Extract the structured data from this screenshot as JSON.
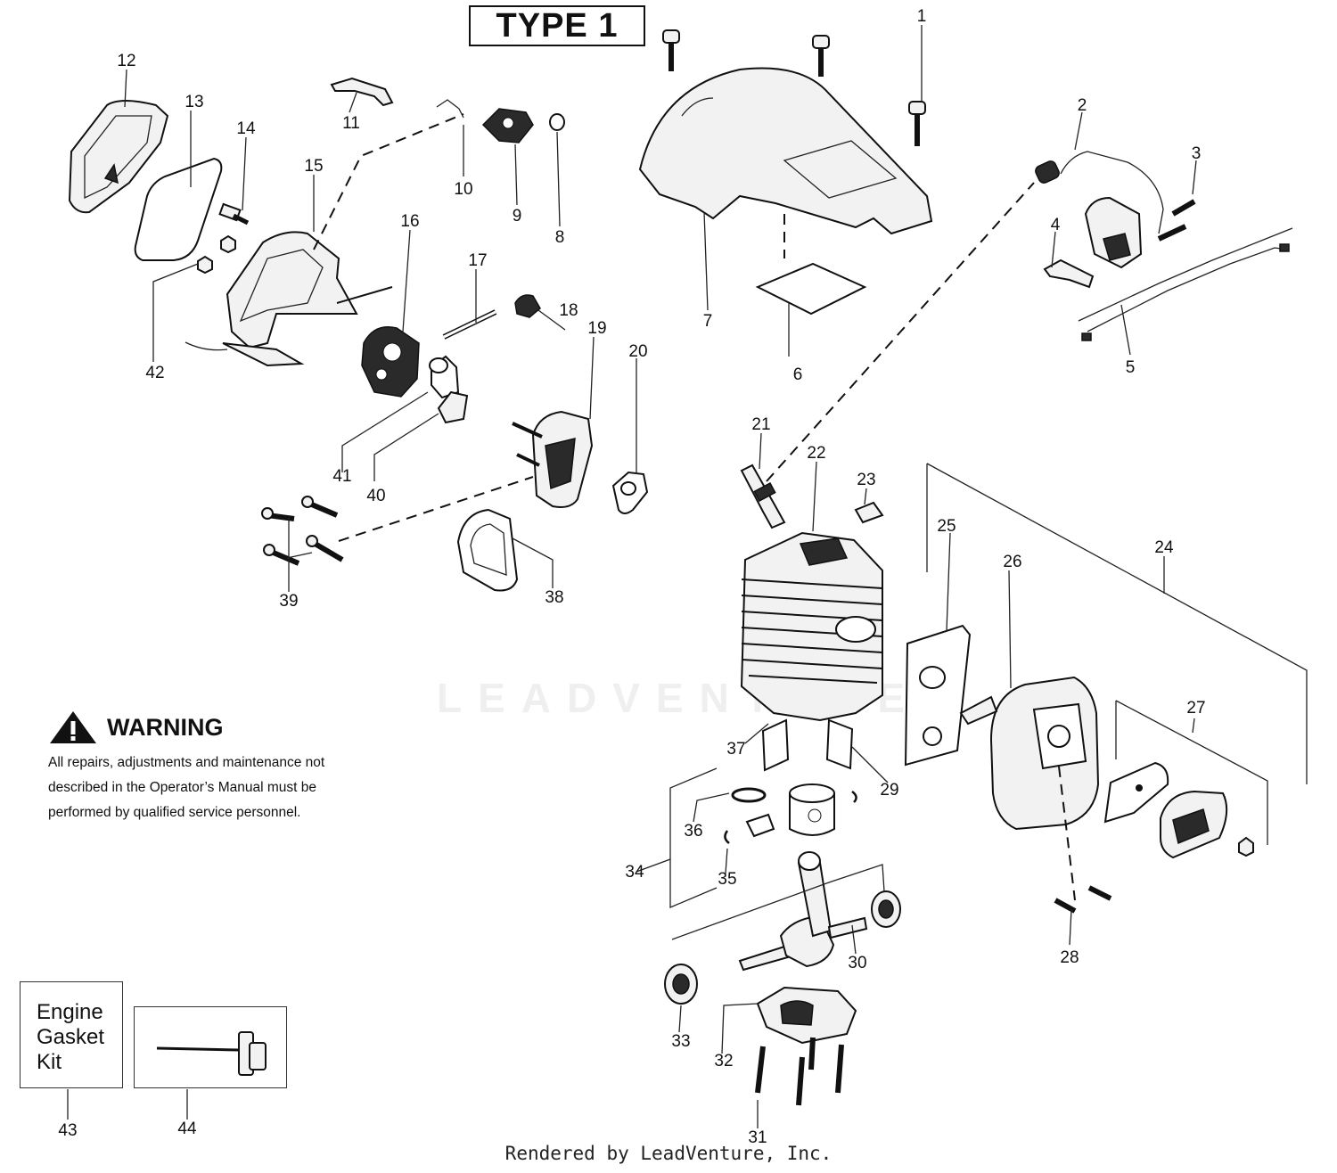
{
  "title": "TYPE 1",
  "warning": {
    "heading": "WARNING",
    "lines": [
      "All repairs, adjustments and maintenance not",
      "described in the Operator’s Manual must be",
      "performed by qualified  service personnel."
    ]
  },
  "kit_43_label": "Engine Gasket Kit",
  "watermark": "LEADVENTURE",
  "footer": "Rendered by LeadVenture, Inc.",
  "part_numbers": [
    "1",
    "2",
    "3",
    "4",
    "5",
    "6",
    "7",
    "8",
    "9",
    "10",
    "11",
    "12",
    "13",
    "14",
    "15",
    "16",
    "17",
    "18",
    "19",
    "20",
    "21",
    "22",
    "23",
    "24",
    "25",
    "26",
    "27",
    "28",
    "29",
    "30",
    "31",
    "32",
    "33",
    "34",
    "35",
    "36",
    "37",
    "38",
    "39",
    "40",
    "41",
    "42",
    "43",
    "44"
  ]
}
